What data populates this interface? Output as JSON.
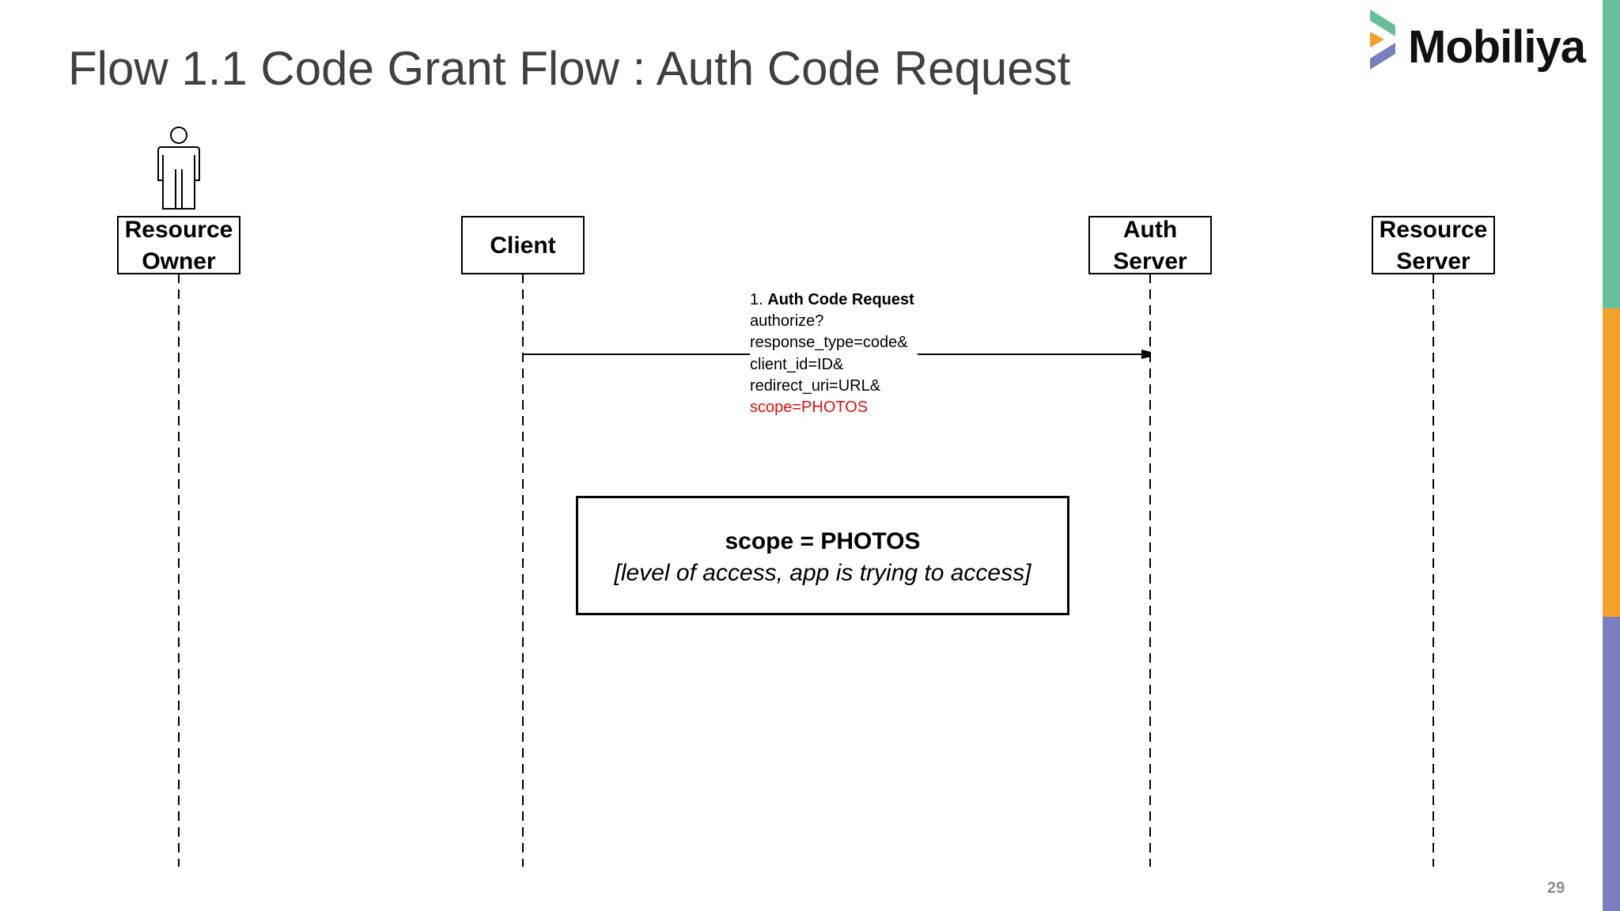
{
  "slide": {
    "title": "Flow 1.1 Code Grant Flow : Auth Code Request",
    "page_number": "29"
  },
  "logo": {
    "text": "Mobiliya",
    "colors": [
      "#66bf97",
      "#f4a12c",
      "#7b7ec0"
    ]
  },
  "stripe_colors": [
    "#66bf97",
    "#f4a12c",
    "#7b7ec0"
  ],
  "actors": [
    {
      "label_lines": [
        "Resource",
        "Owner"
      ],
      "has_person_icon": true
    },
    {
      "label_lines": [
        "Client"
      ],
      "has_person_icon": false
    },
    {
      "label_lines": [
        "Auth",
        "Server"
      ],
      "has_person_icon": false
    },
    {
      "label_lines": [
        "Resource",
        "Server"
      ],
      "has_person_icon": false
    }
  ],
  "message": {
    "from": "Client",
    "to": "Auth Server",
    "number": "1.",
    "title": "Auth Code Request",
    "lines": [
      "authorize?",
      "response_type=code&",
      "client_id=ID&",
      "redirect_uri=URL&"
    ],
    "highlight_line": "scope=PHOTOS",
    "highlight_color": "#e01010"
  },
  "note": {
    "title": "scope = PHOTOS",
    "subtitle": "[level of access, app is trying to access]"
  }
}
